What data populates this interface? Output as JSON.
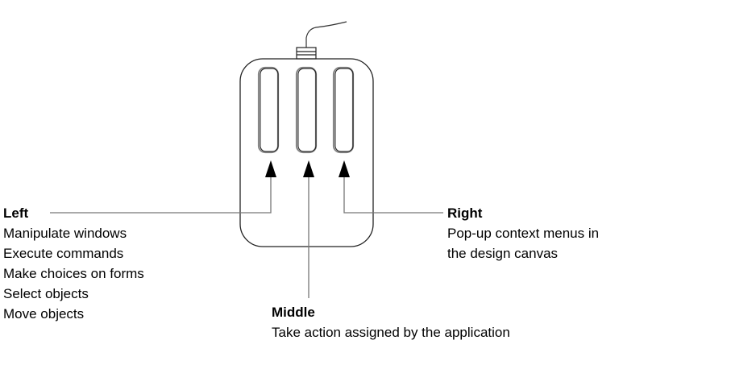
{
  "diagram": {
    "subject": "three-button mouse",
    "buttons": [
      {
        "id": "left",
        "title": "Left",
        "lines": [
          "Manipulate windows",
          "Execute commands",
          "Make choices on forms",
          "Select objects",
          "Move objects"
        ]
      },
      {
        "id": "middle",
        "title": "Middle",
        "lines": [
          "Take action assigned by the application"
        ]
      },
      {
        "id": "right",
        "title": "Right",
        "lines": [
          "Pop-up context menus in",
          "the design canvas"
        ]
      }
    ]
  }
}
